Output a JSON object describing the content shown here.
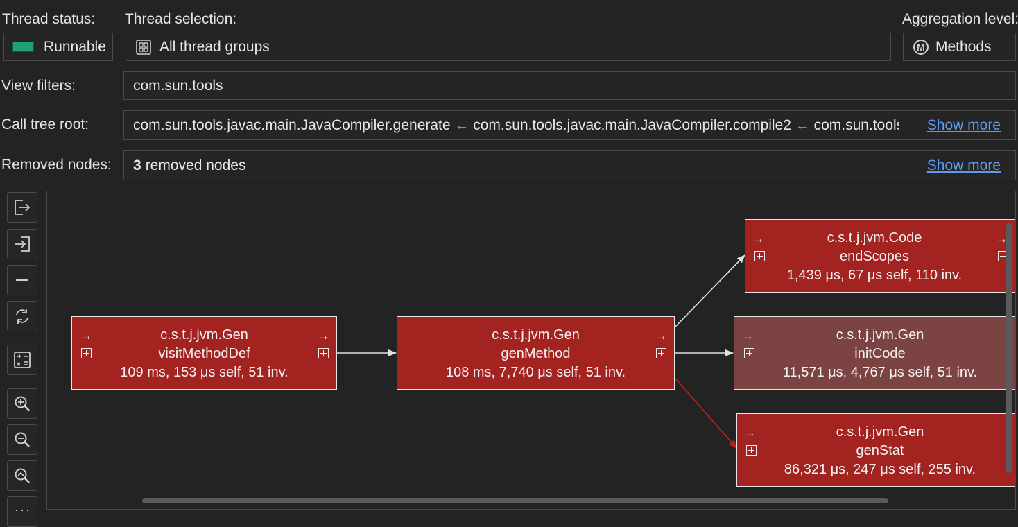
{
  "thread_status": {
    "label": "Thread status:",
    "value": "Runnable",
    "swatch_color": "#1fa076"
  },
  "thread_selection": {
    "label": "Thread selection:",
    "value": "All thread groups",
    "icon": "grid-icon"
  },
  "aggregation": {
    "label": "Aggregation level:",
    "value": "Methods",
    "icon": "methods-icon",
    "icon_letter": "M"
  },
  "view_filters": {
    "label": "View filters:",
    "value": "com.sun.tools"
  },
  "call_tree_root": {
    "label": "Call tree root:",
    "part1": "com.sun.tools.javac.main.JavaCompiler.generate",
    "sep": " ← ",
    "part2": "com.sun.tools.javac.main.JavaCompiler.compile2",
    "part3": "com.sun.tools.javac.main.JavaCompiler.compile",
    "show_more": "Show more"
  },
  "removed_nodes": {
    "label": "Removed nodes:",
    "count": "3",
    "text": "removed nodes",
    "show_more": "Show more"
  },
  "toolbar": [
    "export-icon",
    "import-icon",
    "collapse-icon",
    "refresh-icon",
    "calculator-icon",
    "zoom-in-icon",
    "zoom-out-icon",
    "zoom-reset-icon"
  ],
  "graph": {
    "colors": {
      "hot": "#a32320",
      "warm": "#7b4341",
      "edge_default": "#e0e0e0",
      "edge_hot": "#b8231f"
    },
    "nodes": [
      {
        "id": "visitMethodDef",
        "class": "c.s.t.j.jvm.Gen",
        "method": "visitMethodDef",
        "stats": "109 ms, 153 μs self, 51 inv."
      },
      {
        "id": "genMethod",
        "class": "c.s.t.j.jvm.Gen",
        "method": "genMethod",
        "stats": "108 ms, 7,740 μs self, 51 inv."
      },
      {
        "id": "endScopes",
        "class": "c.s.t.j.jvm.Code",
        "method": "endScopes",
        "stats": "1,439 μs, 67 μs self, 110 inv."
      },
      {
        "id": "initCode",
        "class": "c.s.t.j.jvm.Gen",
        "method": "initCode",
        "stats": "11,571 μs, 4,767 μs self, 51 inv."
      },
      {
        "id": "genStat",
        "class": "c.s.t.j.jvm.Gen",
        "method": "genStat",
        "stats": "86,321 μs, 247 μs self, 255 inv."
      }
    ],
    "arrow_glyph": "→"
  }
}
